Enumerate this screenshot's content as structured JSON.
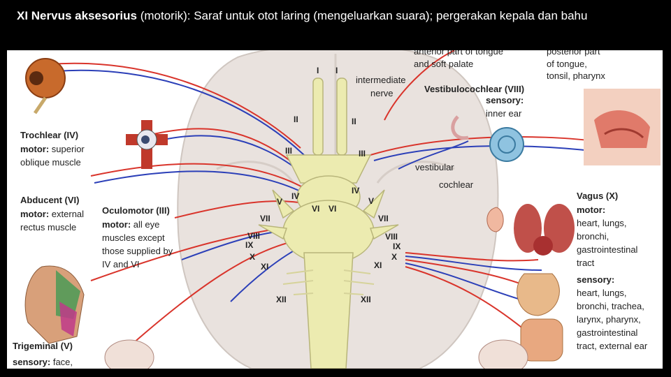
{
  "slide": {
    "title_bold": "XI Nervus aksesorius",
    "title_rest": " (motorik): Saraf untuk otot laring (mengeluarkan suara); pergerakan kepala dan bahu"
  },
  "figure": {
    "top_labels": {
      "anterior_tongue": "anterior part of tongue",
      "soft_palate": "and soft palate",
      "posterior_part": "posterior part",
      "of_tongue": "of tongue,",
      "tonsil": "tonsil, pharynx",
      "intermediate": "intermediate",
      "nerve": "nerve"
    },
    "vestibulocochlear": {
      "title": "Vestibulocochlear (VIII)",
      "sensory_label": "sensory:",
      "sensory_value": "inner ear",
      "vestibular": "vestibular",
      "cochlear": "cochlear"
    },
    "trochlear": {
      "title": "Trochlear (IV)",
      "motor_label": "motor:",
      "motor_value_1": "superior",
      "motor_value_2": "oblique muscle"
    },
    "abducent": {
      "title": "Abducent (VI)",
      "motor_label": "motor:",
      "motor_value_1": "external",
      "motor_value_2": "rectus muscle"
    },
    "oculomotor": {
      "title": "Oculomotor (III)",
      "motor_label": "motor:",
      "lines": [
        "all eye",
        "muscles except",
        "those supplied by",
        "IV and VI"
      ]
    },
    "vagus": {
      "title": "Vagus (X)",
      "motor_label": "motor:",
      "motor_lines": [
        "heart, lungs,",
        "bronchi,",
        "gastrointestinal",
        "tract"
      ],
      "sensory_label": "sensory:",
      "sensory_lines": [
        "heart, lungs,",
        "bronchi, trachea,",
        "larynx, pharynx,",
        "gastrointestinal",
        "tract, external ear"
      ]
    },
    "trigeminal": {
      "title": "Trigeminal (V)",
      "sensory_label": "sensory:",
      "sensory_value": "face,"
    },
    "numerals": {
      "I": "I",
      "II": "II",
      "III": "III",
      "IV": "IV",
      "V": "V",
      "VI": "VI",
      "VII": "VII",
      "VIII": "VIII",
      "IX": "IX",
      "X": "X",
      "XI": "XI",
      "XII": "XII"
    },
    "colors": {
      "nerve_red": "#d9342b",
      "nerve_blue": "#2b3fb8",
      "brainstem": "#ecebb0",
      "brain": "#e9e2de"
    }
  }
}
